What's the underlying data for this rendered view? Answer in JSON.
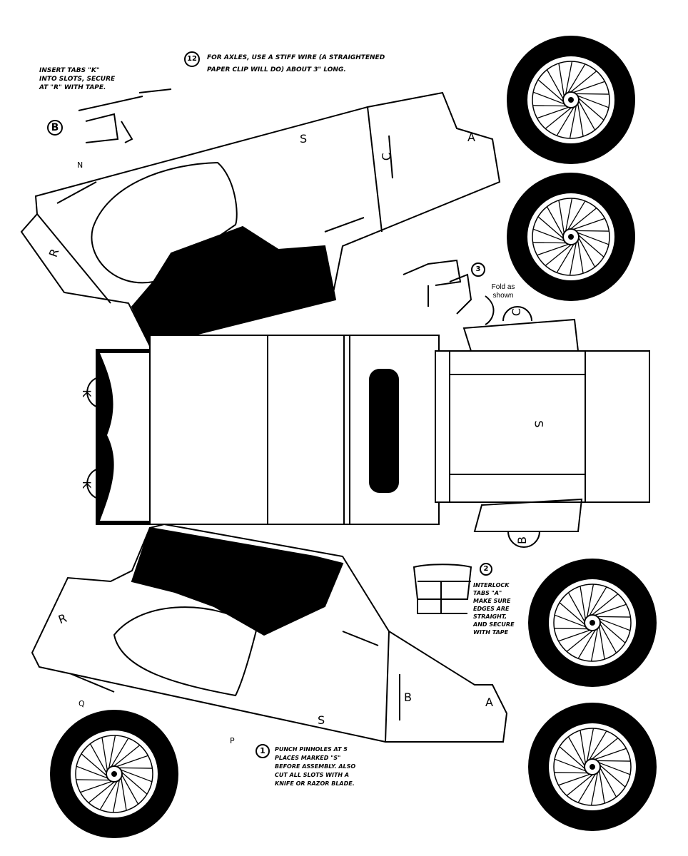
{
  "instructions": {
    "step_b": "Insert tabs \"K\" into slots, secure at \"R\" with tape.",
    "step_b_num": "B",
    "step_12_num": "12",
    "step_12": "For axles, use a stiff wire (a straightened paper clip will do) about 3\" long.",
    "step_3_num": "3",
    "step_3": "Fold as shown",
    "step_2_num": "2",
    "step_2": "Interlock tabs \"A\" make sure edges are straight, and secure with tape",
    "step_1_num": "1",
    "step_1": "Punch pinholes at 5 places marked \"S\" before assembly. Also cut all slots with a knife or razor blade."
  },
  "labels": {
    "a": "A",
    "b": "B",
    "c": "C",
    "k": "K",
    "r": "R",
    "s": "S",
    "q": "Q",
    "p": "P",
    "n": "N"
  },
  "colors": {
    "ink": "#000000",
    "paper": "#ffffff"
  }
}
